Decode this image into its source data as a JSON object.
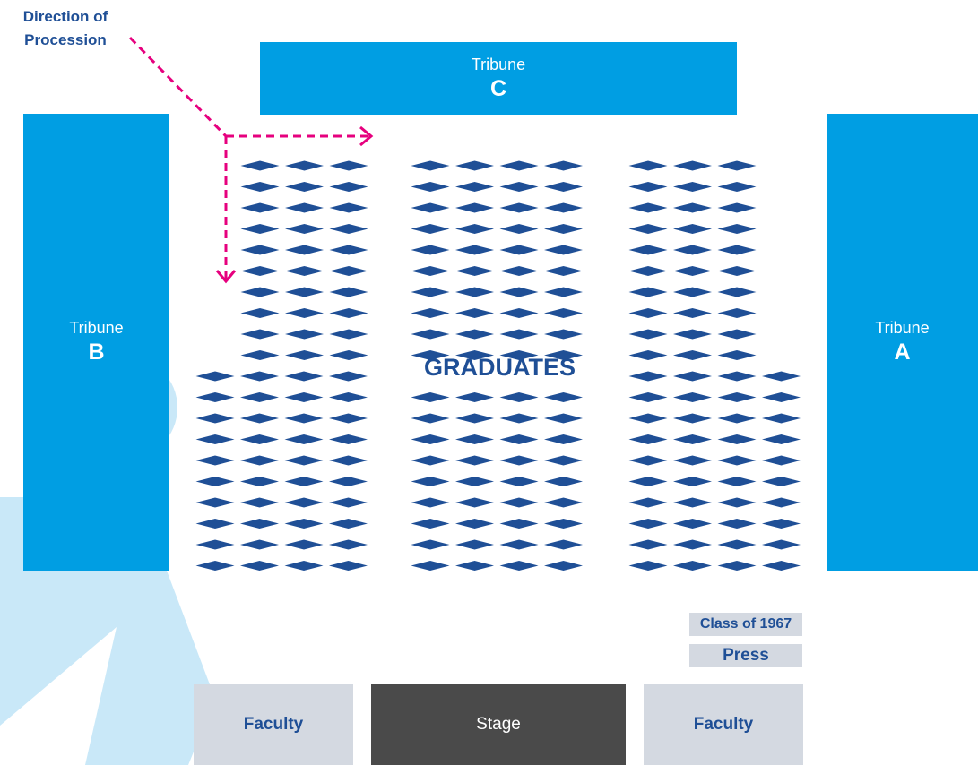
{
  "procession": {
    "label": "Direction of\nProcession"
  },
  "tribunes": {
    "a": {
      "word": "Tribune",
      "letter": "A"
    },
    "b": {
      "word": "Tribune",
      "letter": "B"
    },
    "c": {
      "word": "Tribune",
      "letter": "C"
    }
  },
  "graduates_label": "GRADUATES",
  "class_label": "Class of 1967",
  "press_label": "Press",
  "faculty_left": "Faculty",
  "stage": "Stage",
  "faculty_right": "Faculty",
  "colors": {
    "tribune": "#009ee3",
    "seat": "#1f4f96",
    "procession_arrow": "#e6007e",
    "background_shape": "#c9e8f8",
    "grey_block": "#d4d9e1",
    "stage": "#4a4a4a"
  },
  "seating": {
    "left_section": {
      "upper_rows": 10,
      "upper_cols": 3,
      "lower_rows": 10,
      "lower_cols": 4
    },
    "center_section": {
      "rows": 20,
      "cols": 4,
      "gap_row": 10
    },
    "right_section": {
      "upper_rows": 10,
      "upper_cols": 3,
      "lower_rows": 10,
      "lower_cols": 4
    }
  }
}
